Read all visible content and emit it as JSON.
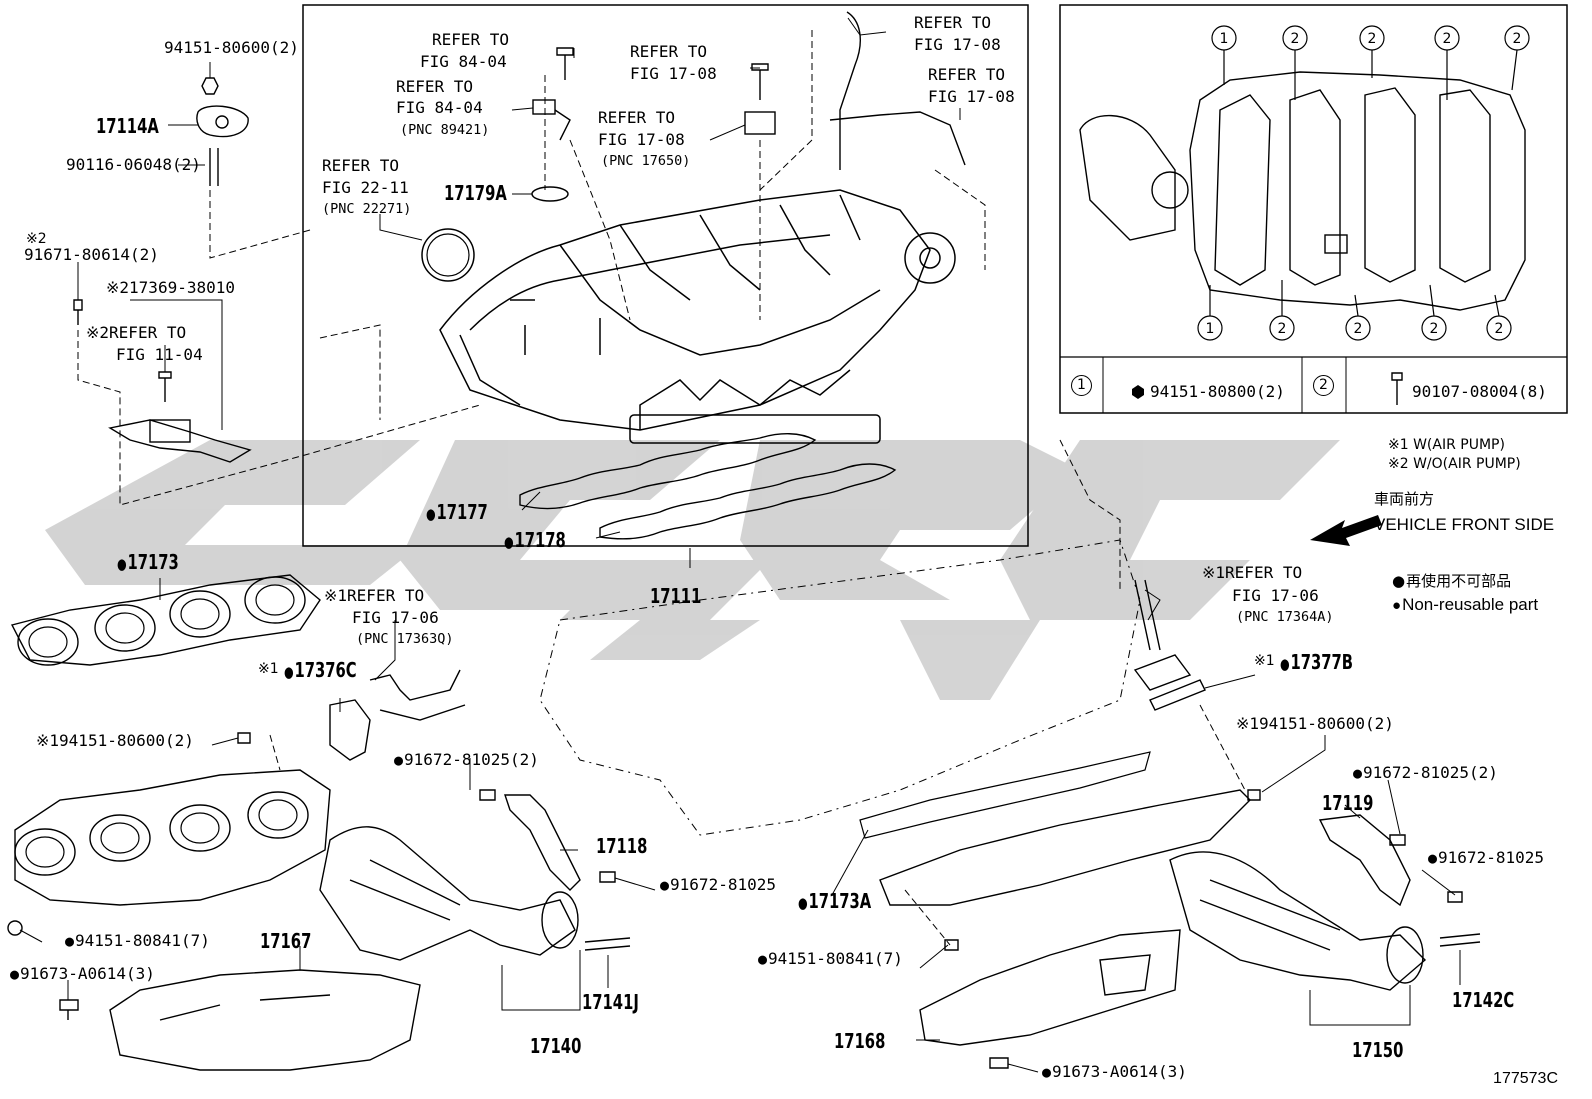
{
  "labels": {
    "nut_94151_80600_2": "94151-80600(2)",
    "p17114A": "17114A",
    "stud_90116": "90116-06048(2)",
    "sym2_a": "※2",
    "bolt_91671": "91671-80614(2)",
    "sensor_217369": "※217369-38010",
    "refer_11_04_a": "※2REFER TO",
    "refer_11_04_b": "FIG 11-04",
    "refer_84_04a_a": "REFER TO",
    "refer_84_04a_b": "FIG 84-04",
    "refer_84_04b_a": "REFER TO",
    "refer_84_04b_b": "FIG 84-04",
    "pnc_89421": "(PNC 89421)",
    "refer_22_11_a": "REFER TO",
    "refer_22_11_b": "FIG 22-11",
    "pnc_22271": "(PNC 22271)",
    "p17179A": "17179A",
    "refer_17_08a_a": "REFER TO",
    "refer_17_08a_b": "FIG 17-08",
    "refer_17_08b_a": "REFER TO",
    "refer_17_08b_b": "FIG 17-08",
    "pnc_17650": "(PNC 17650)",
    "refer_17_08c_a": "REFER TO",
    "refer_17_08c_b": "FIG 17-08",
    "refer_17_08d_a": "REFER TO",
    "refer_17_08d_b": "FIG 17-08",
    "p17177": "17177",
    "p17178": "17178",
    "p17111": "17111",
    "p17173": "17173",
    "refer_17_06a_a": "※1REFER TO",
    "refer_17_06a_b": "FIG 17-06",
    "pnc_17363Q": "(PNC 17363Q)",
    "p17376C": "17376C",
    "sym1_a": "※1",
    "nut_94151_80600_2b": "※194151-80600(2)",
    "bolt_91672_81025_2a": "91672-81025(2)",
    "p17118": "17118",
    "bolt_91672_81025a": "91672-81025",
    "nut_94151_80841_7a": "94151-80841(7)",
    "p17167": "17167",
    "bolt_91673_a": "91673-A0614(3)",
    "p17141J": "17141J",
    "p17140": "17140",
    "refer_17_06b_a": "※1REFER TO",
    "refer_17_06b_b": "FIG 17-06",
    "pnc_17364A": "(PNC 17364A)",
    "p17377B": "17377B",
    "sym1_b": "※1",
    "nut_94151_80600_2c": "※194151-80600(2)",
    "bolt_91672_81025_2b": "91672-81025(2)",
    "p17119": "17119",
    "bolt_91672_81025b": "91672-81025",
    "p17173A": "17173A",
    "nut_94151_80841_7b": "94151-80841(7)",
    "p17168": "17168",
    "bolt_91673_b": "91673-A0614(3)",
    "p17142C": "17142C",
    "p17150": "17150",
    "note1": "※1 W(AIR PUMP)",
    "note2": "※2 W/O(AIR PUMP)",
    "front_jp": "車両前方",
    "front_en": "VEHICLE FRONT SIDE",
    "nonreuse_jp": "再使用不可部品",
    "nonreuse_en": "Non-reusable part",
    "figure_code": "177573C"
  },
  "inset": {
    "key1": "1",
    "key2": "2",
    "part1": "94151-80800(2)",
    "part2": "90107-08004(8)"
  }
}
